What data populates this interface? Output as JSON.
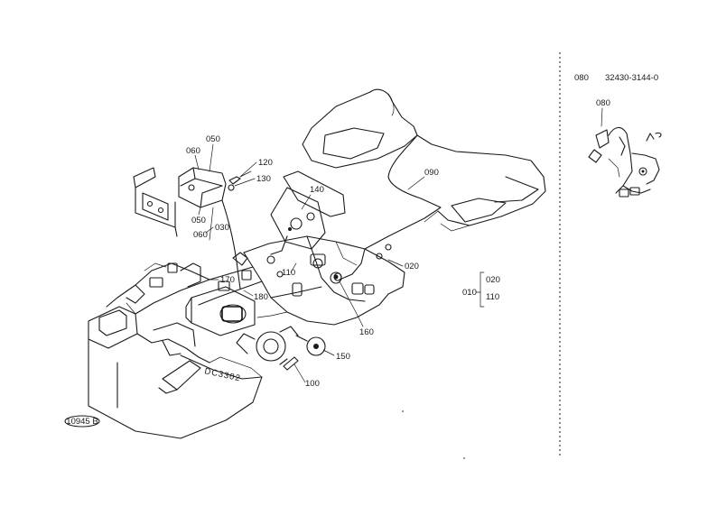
{
  "inset": {
    "ref": "080",
    "part_number": "32430-3144-0",
    "label": "080"
  },
  "callouts": {
    "c050_top": "050",
    "c060_top": "060",
    "c120": "120",
    "c130": "130",
    "c050_low": "050",
    "c060_low": "060",
    "c030": "030",
    "c140": "140",
    "c090": "090",
    "c020": "020",
    "c110": "110",
    "c170": "170",
    "c180": "180",
    "c160": "160",
    "c150": "150",
    "c100": "100"
  },
  "kit": {
    "parent": "010",
    "child_a": "020",
    "child_b": "110"
  },
  "stamp": "10945 B"
}
